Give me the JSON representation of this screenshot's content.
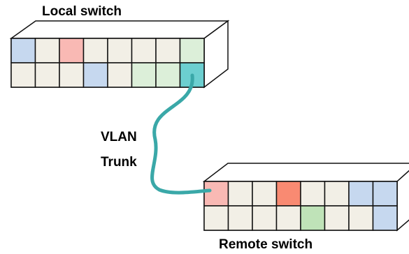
{
  "labels": {
    "local_switch": "Local switch",
    "remote_switch": "Remote switch",
    "trunk_line1": "VLAN",
    "trunk_line2": "Trunk"
  },
  "colors": {
    "port_default": "#f2efe6",
    "blue": "#c6d8ef",
    "pink": "#f9b9b4",
    "salmon": "#f98a72",
    "light_green": "#dcefd9",
    "green": "#bfe3b8",
    "teal_port": "#6ccfd0",
    "cable": "#3aa8a8",
    "outline": "#111111",
    "body": "#ffffff"
  },
  "local_switch": {
    "top_row": [
      "blue",
      "port_default",
      "pink",
      "port_default",
      "port_default",
      "port_default",
      "port_default",
      "light_green"
    ],
    "bottom_row": [
      "port_default",
      "port_default",
      "port_default",
      "blue",
      "port_default",
      "light_green",
      "light_green",
      "teal_port"
    ]
  },
  "remote_switch": {
    "top_row": [
      "pink",
      "port_default",
      "port_default",
      "salmon",
      "port_default",
      "port_default",
      "blue",
      "blue"
    ],
    "bottom_row": [
      "port_default",
      "port_default",
      "port_default",
      "port_default",
      "green",
      "port_default",
      "port_default",
      "blue"
    ]
  },
  "cable": {
    "from": "local_switch bottom_row port 8",
    "to": "remote_switch top_row port 1"
  }
}
